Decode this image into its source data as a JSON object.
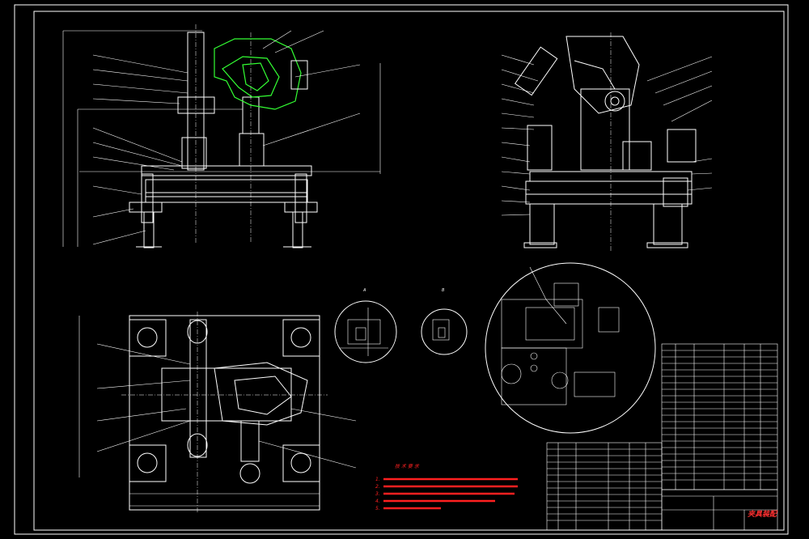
{
  "drawing": {
    "tech_requirements": {
      "title": "技 术 要 求",
      "lines": [
        "1.",
        "2.",
        "3.",
        "4.",
        "5."
      ]
    },
    "title_block": {
      "drawing_name": "夹具装配"
    },
    "section_labels": {
      "a": "A",
      "b": "B"
    },
    "colors": {
      "background": "#000000",
      "lines": "#ffffff",
      "highlight": "#33ff33",
      "notes": "#ff2020"
    }
  }
}
